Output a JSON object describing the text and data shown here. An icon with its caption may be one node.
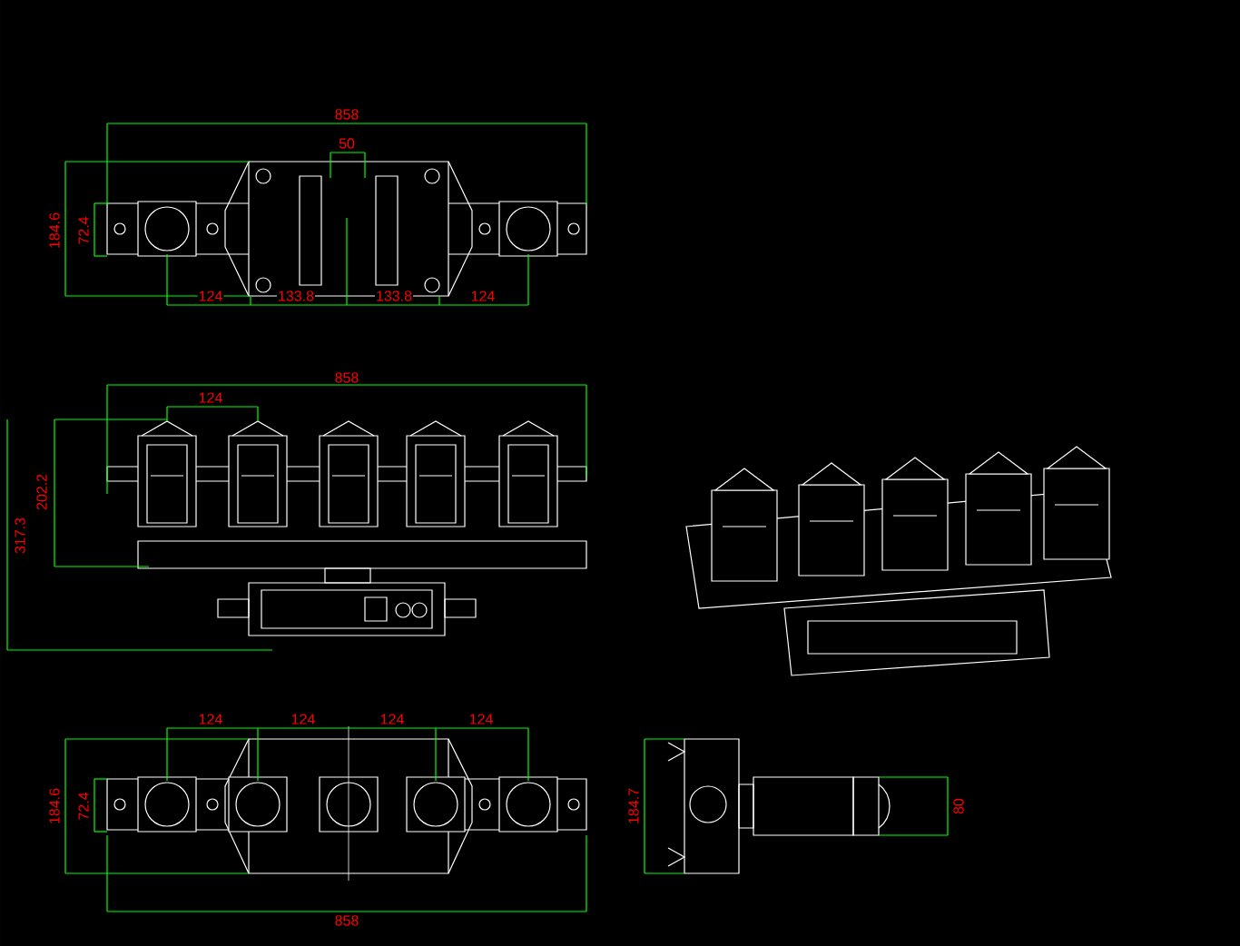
{
  "diagram": {
    "labels": [
      "858",
      "50",
      "184.6",
      "72.4",
      "124",
      "133.8",
      "133.8",
      "124",
      "858",
      "124",
      "202.2",
      "317.3",
      "124",
      "124",
      "124",
      "124",
      "184.6",
      "72.4",
      "858",
      "184.7",
      "80"
    ]
  }
}
